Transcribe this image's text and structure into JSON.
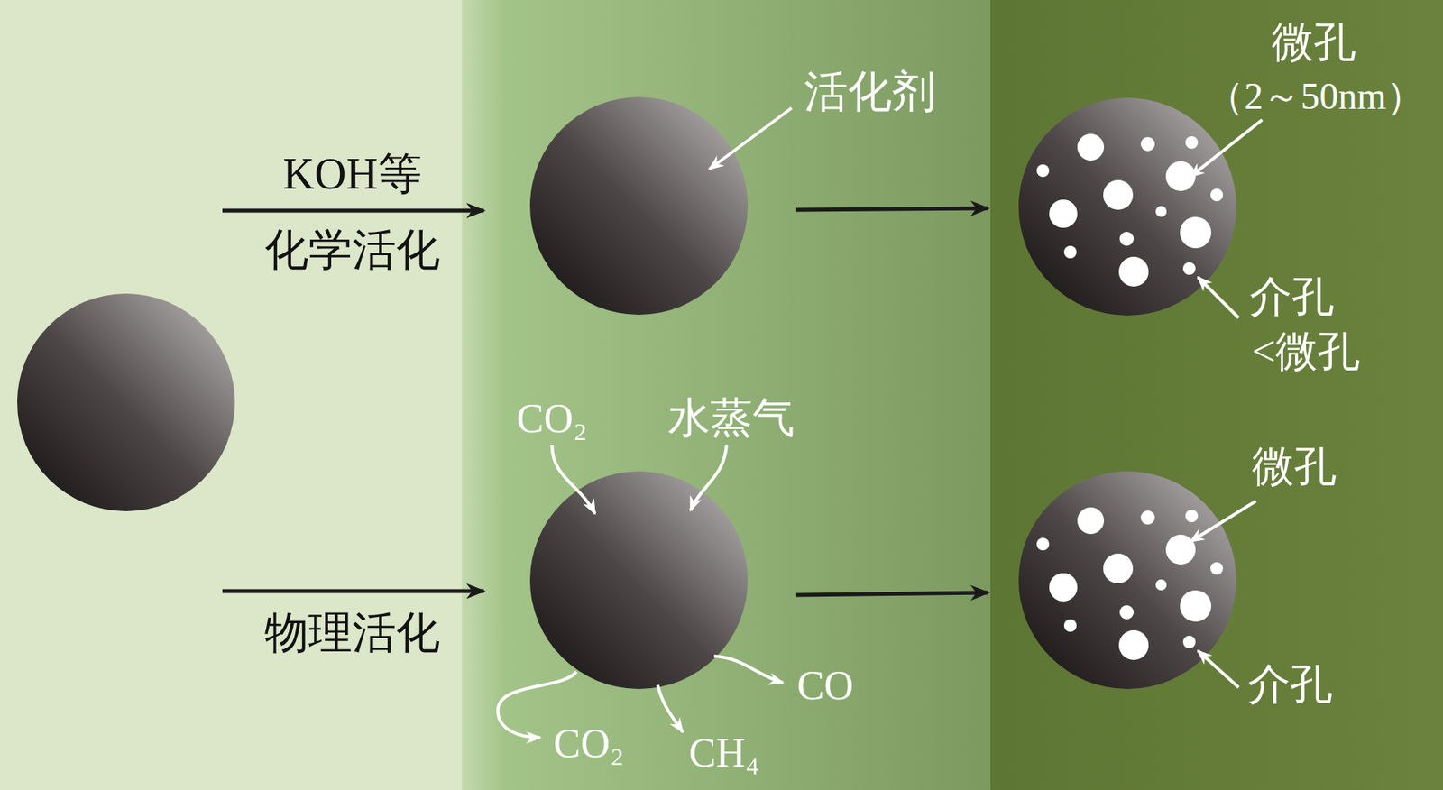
{
  "diagram": {
    "labels": [
      "KOH等",
      "化学活化",
      "活化剂",
      "微孔",
      "（2～50nm）",
      "介孔",
      "<微孔",
      "CO₂",
      "水蒸气",
      "物理活化",
      "CO",
      "CO₂",
      "CH₄",
      "微孔",
      "介孔"
    ]
  }
}
